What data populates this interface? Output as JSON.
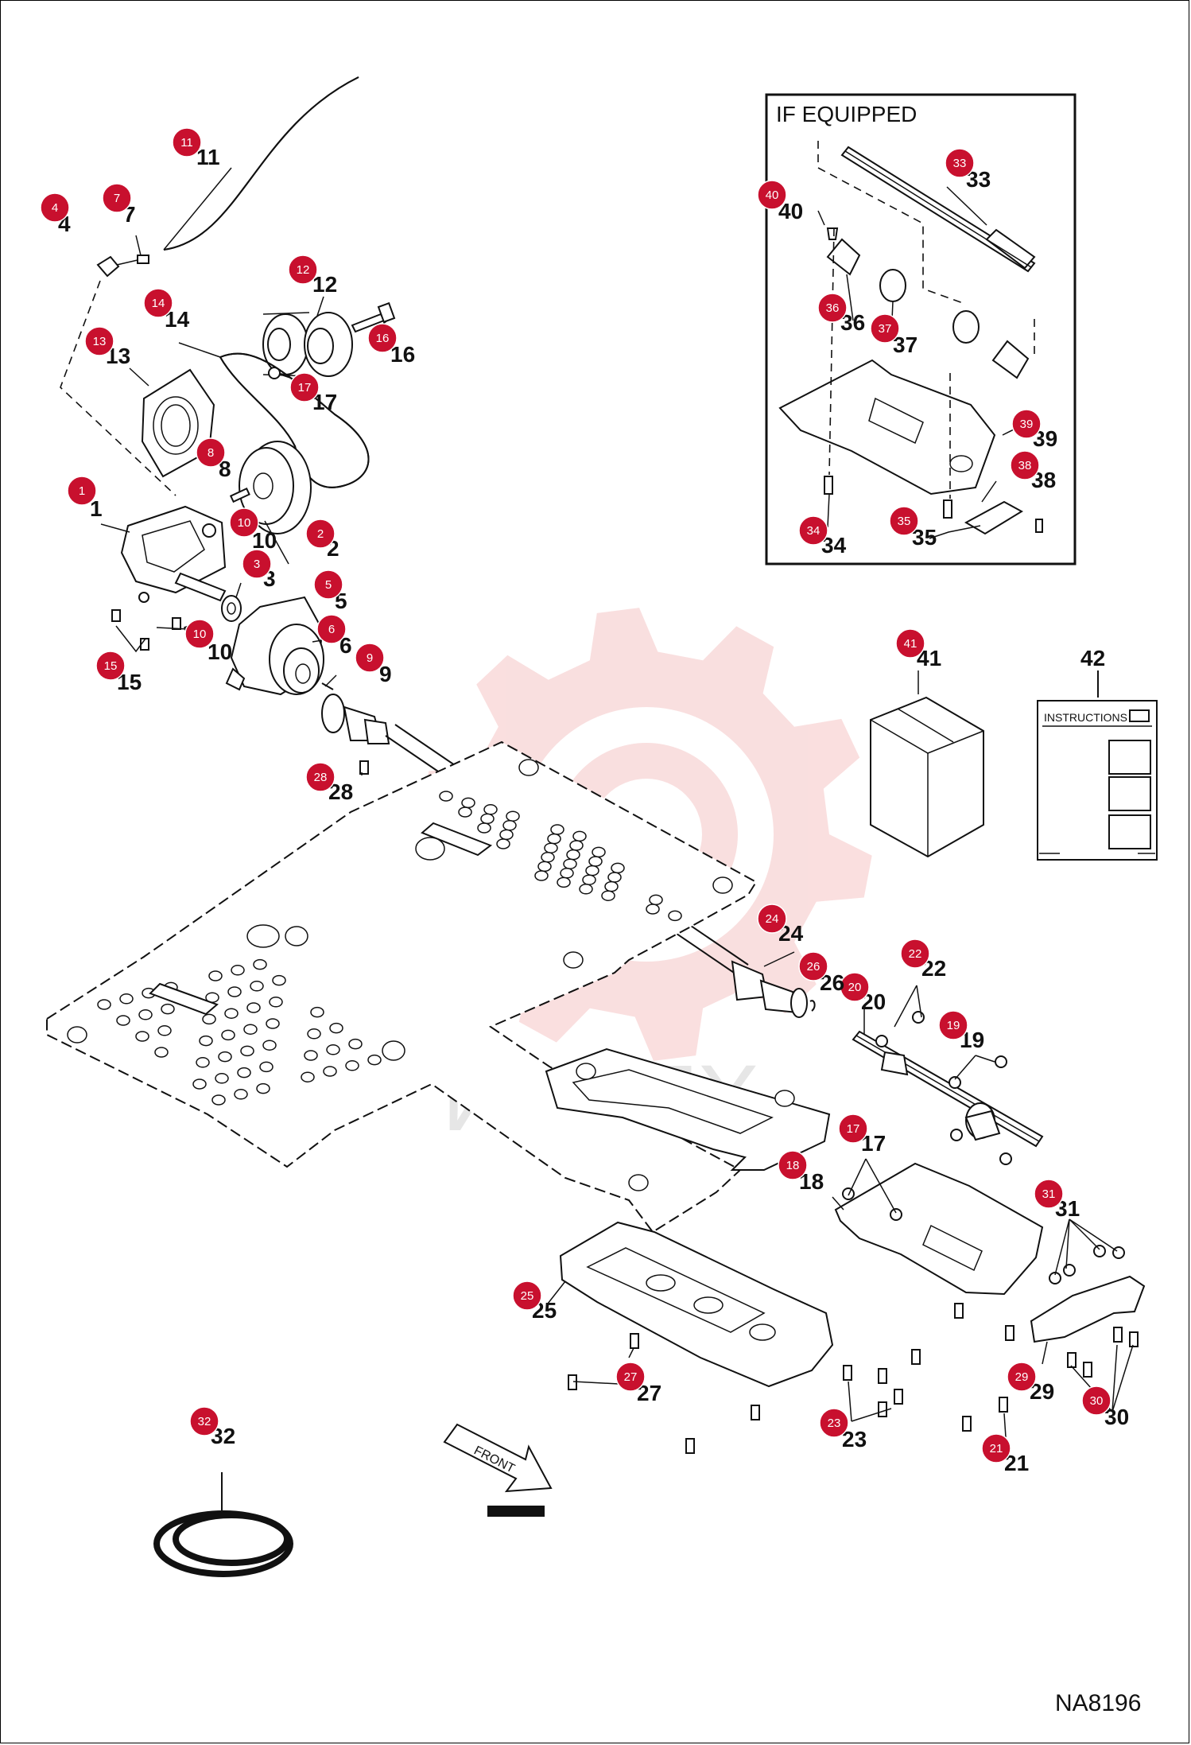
{
  "diagram": {
    "inset_title": "IF EQUIPPED",
    "figure_code": "NA8196",
    "watermark_text": "ИНТЕХ",
    "instructions_label": "INSTRUCTIONS",
    "front_label": "FRONT",
    "callout_color": "#c8102e",
    "watermark_color": "#f5c5c5",
    "callouts": [
      {
        "id": "c1",
        "num": "1"
      },
      {
        "id": "c2",
        "num": "2"
      },
      {
        "id": "c3",
        "num": "3"
      },
      {
        "id": "c4",
        "num": "4"
      },
      {
        "id": "c5",
        "num": "5"
      },
      {
        "id": "c6",
        "num": "6"
      },
      {
        "id": "c7",
        "num": "7"
      },
      {
        "id": "c8",
        "num": "8"
      },
      {
        "id": "c9",
        "num": "9"
      },
      {
        "id": "c10a",
        "num": "10"
      },
      {
        "id": "c10b",
        "num": "10"
      },
      {
        "id": "c11",
        "num": "11"
      },
      {
        "id": "c12",
        "num": "12"
      },
      {
        "id": "c13",
        "num": "13"
      },
      {
        "id": "c14",
        "num": "14"
      },
      {
        "id": "c15",
        "num": "15"
      },
      {
        "id": "c16",
        "num": "16"
      },
      {
        "id": "c17a",
        "num": "17"
      },
      {
        "id": "c17b",
        "num": "17"
      },
      {
        "id": "c18",
        "num": "18"
      },
      {
        "id": "c19",
        "num": "19"
      },
      {
        "id": "c20",
        "num": "20"
      },
      {
        "id": "c21",
        "num": "21"
      },
      {
        "id": "c22",
        "num": "22"
      },
      {
        "id": "c23",
        "num": "23"
      },
      {
        "id": "c24",
        "num": "24"
      },
      {
        "id": "c25",
        "num": "25"
      },
      {
        "id": "c26",
        "num": "26"
      },
      {
        "id": "c27",
        "num": "27"
      },
      {
        "id": "c28",
        "num": "28"
      },
      {
        "id": "c29",
        "num": "29"
      },
      {
        "id": "c30",
        "num": "30"
      },
      {
        "id": "c31",
        "num": "31"
      },
      {
        "id": "c32",
        "num": "32"
      },
      {
        "id": "c33",
        "num": "33"
      },
      {
        "id": "c34",
        "num": "34"
      },
      {
        "id": "c35",
        "num": "35"
      },
      {
        "id": "c36",
        "num": "36"
      },
      {
        "id": "c37",
        "num": "37"
      },
      {
        "id": "c38",
        "num": "38"
      },
      {
        "id": "c39",
        "num": "39"
      },
      {
        "id": "c40",
        "num": "40"
      },
      {
        "id": "c41",
        "num": "41"
      },
      {
        "id": "c42",
        "num": "42"
      }
    ]
  }
}
